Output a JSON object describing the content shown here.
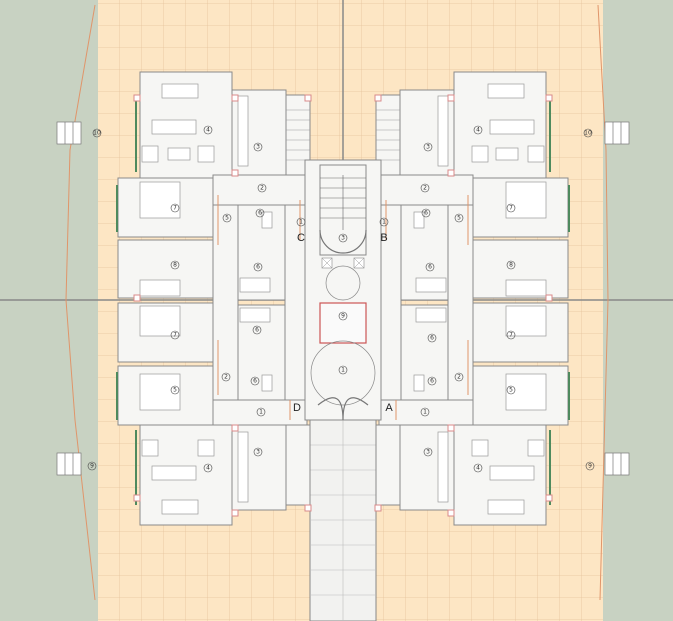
{
  "plan": {
    "units": [
      "A",
      "B",
      "C",
      "D"
    ],
    "room_labels": [
      "10",
      "4",
      "3",
      "2",
      "7",
      "5",
      "6",
      "1",
      "3",
      "1",
      "6",
      "5",
      "2",
      "7",
      "4",
      "3",
      "10",
      "8",
      "6",
      "6",
      "8",
      "9",
      "7",
      "6",
      "6",
      "7",
      "1",
      "2",
      "6",
      "6",
      "2",
      "5",
      "5",
      "1",
      "1",
      "4",
      "3",
      "4",
      "3",
      "9",
      "9"
    ]
  },
  "colors": {
    "garden": "#c8d2c2",
    "terrace": "#fde6c4",
    "tile_grid": "#e6c49c",
    "walls": "#777777",
    "columns": "#d98a8a",
    "glazing": "#4f8a5e"
  }
}
